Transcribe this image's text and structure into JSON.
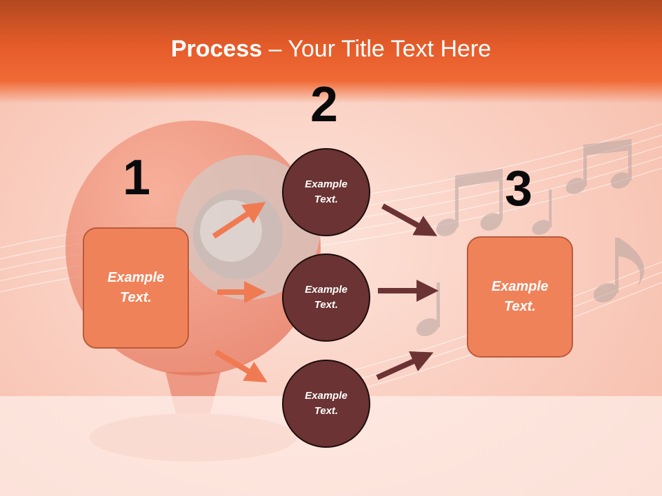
{
  "title": {
    "bold": "Process",
    "rest": " – Your Title Text Here"
  },
  "steps": [
    {
      "number": "1",
      "text": "Example Text."
    },
    {
      "number": "2",
      "text": "Example Text."
    },
    {
      "number": "3",
      "text": "Example Text."
    }
  ],
  "circles": [
    {
      "text": "Example Text."
    },
    {
      "text": "Example Text."
    },
    {
      "text": "Example Text."
    }
  ],
  "colors": {
    "title_bar": "#e55c2a",
    "box_fill": "#f0825a",
    "circle_fill": "#6b3333",
    "arrow_left": "#f07a52",
    "arrow_right": "#6b3333"
  }
}
